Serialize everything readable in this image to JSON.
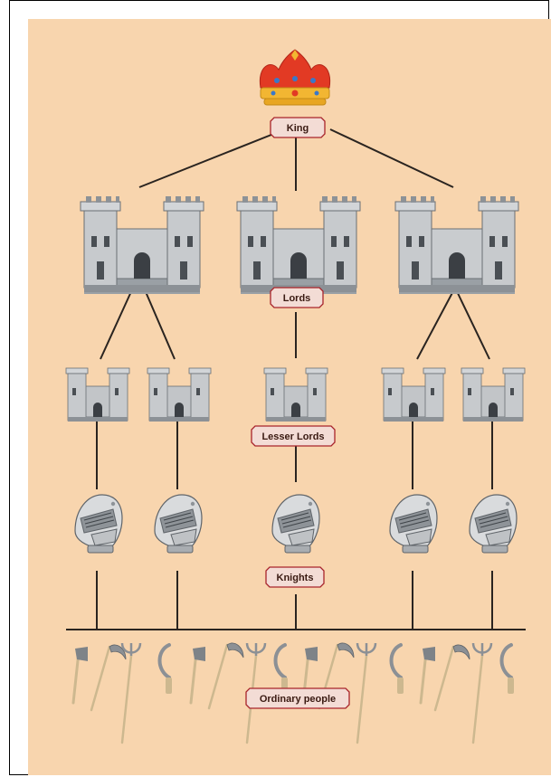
{
  "colors": {
    "background": "#F8D5AE",
    "line": "#2a2420",
    "label_fill": "#F3DCD5",
    "label_border": "#A8242B",
    "crown_red": "#E23A24",
    "crown_gold": "#F2B632",
    "stone_light": "#D7D9DB",
    "stone_mid": "#A9ADB1",
    "stone_dark": "#5D6267",
    "tool_wood": "#CDB88F",
    "tool_metal": "#8C9095"
  },
  "labels": {
    "king": "King",
    "lords": "Lords",
    "lesser_lords": "Lesser Lords",
    "knights": "Knights",
    "ordinary_people": "Ordinary people"
  },
  "icons": {
    "king": "crown-icon",
    "lords": "castle-icon",
    "lesser_lords": "small-castle-icon",
    "knights": "knight-helmet-icon",
    "ordinary_people": [
      "axe-icon",
      "scythe-icon",
      "pitchfork-icon",
      "sickle-icon"
    ]
  }
}
